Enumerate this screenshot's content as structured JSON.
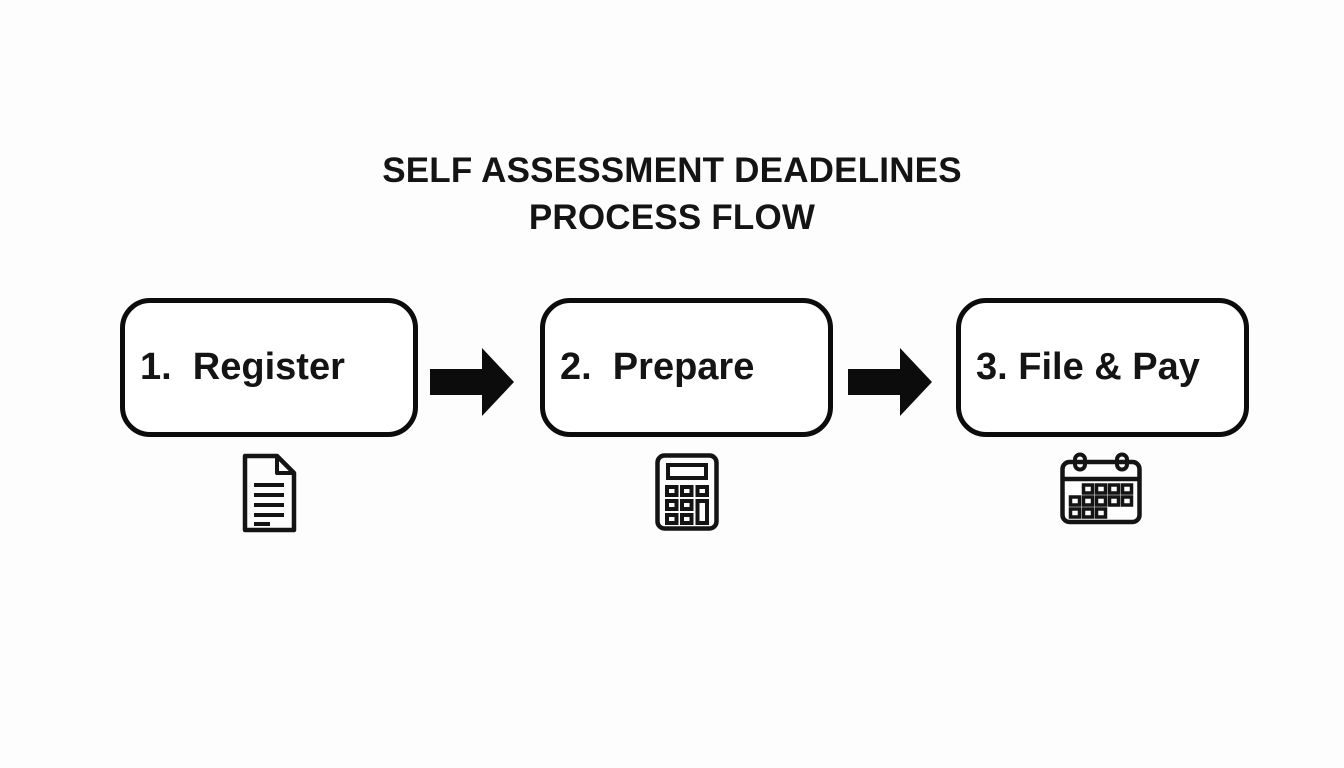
{
  "title": {
    "line1": "SELF ASSESSMENT DEADELINES",
    "line2": "PROCESS FLOW"
  },
  "flow": {
    "steps": [
      {
        "label": "1.  Register",
        "icon": "document-icon"
      },
      {
        "label": "2.  Prepare",
        "icon": "calculator-icon"
      },
      {
        "label": "3. File & Pay",
        "icon": "calendar-icon"
      }
    ],
    "connector": "arrow-right"
  },
  "colors": {
    "background": "#fdfdfd",
    "ink": "#141414",
    "box_border": "#0c0c0c"
  }
}
